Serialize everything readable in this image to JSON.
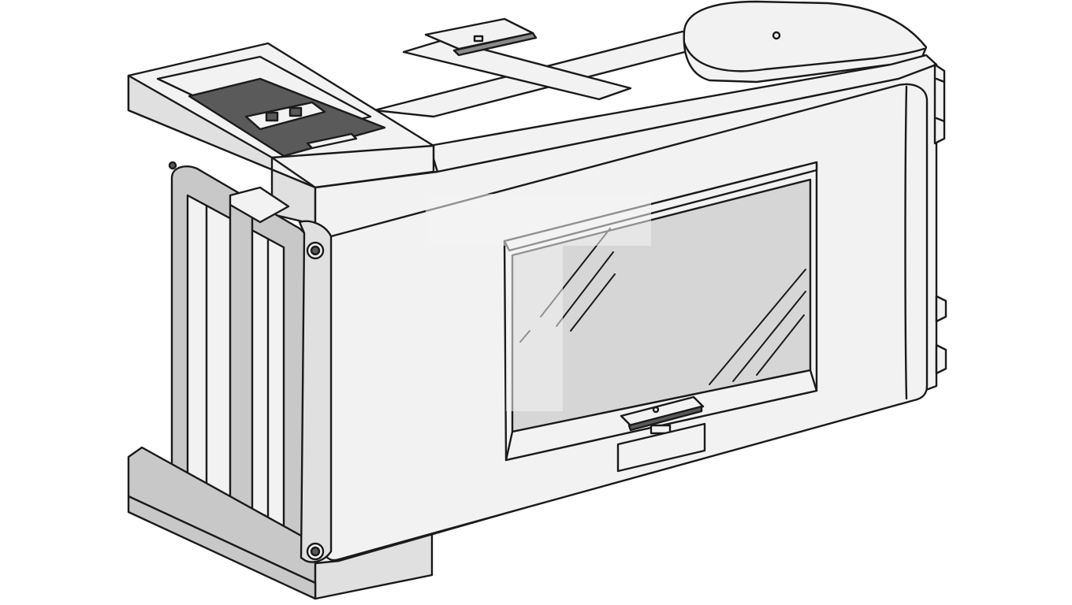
{
  "image": {
    "subject": "product-illustration",
    "parts": [
      "enclosure-body",
      "front-cover",
      "inspection-window",
      "window-latch",
      "label-plate",
      "cover-screw-top",
      "cover-screw-bottom",
      "end-cap",
      "end-cap-grey-insert",
      "top-sliding-rail",
      "rounded-top-housing",
      "side-handle-frame",
      "base-foot-plate",
      "right-side-clips"
    ]
  },
  "colors": {
    "background": "#ffffff",
    "outline": "#1a1a1a",
    "body_light": "#f2f2f2",
    "body_mid": "#e0e0e0",
    "body_shade": "#c8c8c8",
    "dark_grey": "#8a8a8a",
    "insert_dark": "#5a5a5a",
    "glass": "#d6d6d6",
    "watermark": "#f4f4f4"
  }
}
